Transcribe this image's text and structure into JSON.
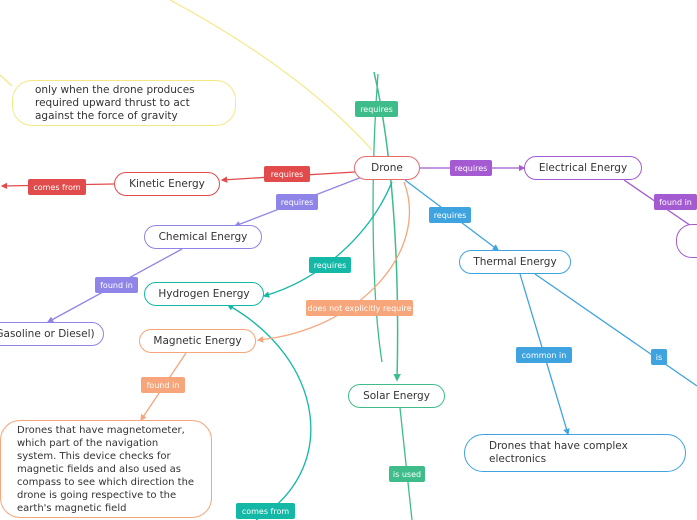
{
  "colors": {
    "drone": "#e86a6a",
    "kinetic": "#e24b4b",
    "chemical": "#8f85e8",
    "electrical": "#a45ad0",
    "hydrogen": "#14b8a6",
    "solar": "#3ebd8a",
    "thermal": "#3fa3e0",
    "magnetic": "#f7a57a",
    "yellow": "#f4e884"
  },
  "nodes": {
    "drone": "Drone",
    "kinetic": "Kinetic Energy",
    "chemical": "Chemical Energy",
    "electrical": "Electrical Energy",
    "hydrogen": "Hydrogen Energy",
    "thermal": "Thermal Energy",
    "magnetic": "Magnetic Energy",
    "solar": "Solar Energy",
    "gasoline": "Gasoline or Diesel)",
    "thrust_note": "only when the drone produces required upward thrust to act against the force of  gravity",
    "magnetometer_note": "Drones that have magnetometer, which part of the navigation system. This device checks for magnetic fields and also used as compass to see which direction the drone is going respective to the earth's magnetic field",
    "complex_electronics": "Drones that have complex electronics"
  },
  "links": {
    "requires_solar": "requires",
    "requires_kinetic": "requires",
    "requires_chemical": "requires",
    "requires_electrical": "requires",
    "requires_thermal": "requires",
    "requires_hydrogen": "requires",
    "not_explicitly": "does not explicitly require",
    "comes_from_kinetic": "comes from",
    "found_in_chemical": "found in",
    "found_in_electrical": "found in",
    "found_in_magnetic": "found in",
    "common_in": "common in",
    "is": "is",
    "is_used": "is used",
    "comes_from_hydrogen": "comes from"
  }
}
